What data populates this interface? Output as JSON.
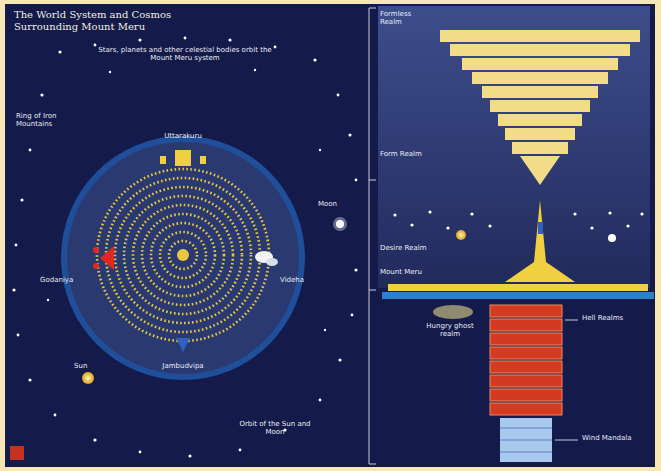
{
  "diagram": {
    "title": "The World System and Cosmos Surrounding Mount Meru",
    "labels": [
      "Stars, planets and other celestial bodies orbit the Mount Meru system",
      "Uttarakuru",
      "Sun",
      "Moon",
      "Ring of Iron Mountains",
      "Godaniya",
      "Videha",
      "Jambudvipa",
      "Orbit of the Sun and Moon",
      "Formless Realm",
      "Form Realm",
      "Desire Realm",
      "Mount Meru",
      "Hungry ghost realm",
      "Hell Realms",
      "Wind Mandala"
    ]
  }
}
